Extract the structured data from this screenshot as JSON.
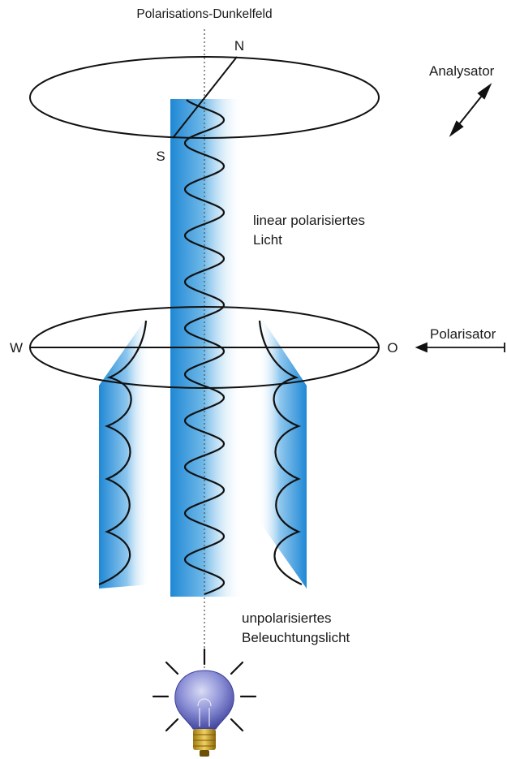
{
  "title": "Polarisations-Dunkelfeld",
  "labels": {
    "north": "N",
    "south": "S",
    "west": "W",
    "east": "O",
    "linear_light_1": "linear polarisiertes",
    "linear_light_2": "Licht",
    "unpolarized_1": "unpolarisiertes",
    "unpolarized_2": "Beleuchtungslicht"
  },
  "analyzer": {
    "label": "Analysator"
  },
  "polarizer": {
    "label": "Polarisator"
  },
  "colors": {
    "beam": "#2a8fd6",
    "wave": "#111111",
    "ring": "#111111",
    "bulb_glass": "#5a5fb8",
    "bulb_base": "#c9a227"
  }
}
